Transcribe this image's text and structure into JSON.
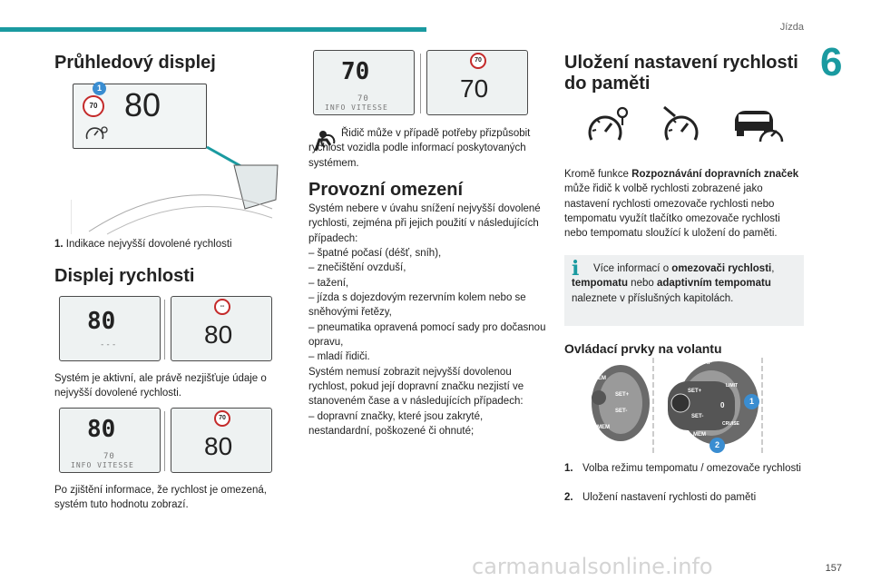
{
  "header": {
    "chapter_label": "Jízda",
    "chapter_number": "6"
  },
  "col1": {
    "title": "Průhledový displej",
    "hud": {
      "sign": "70",
      "speed": "80",
      "badge": "1"
    },
    "legend_num": "1.",
    "legend_text": "Indikace nejvyšší dovolené rychlosti",
    "title2": "Displej rychlosti",
    "disp1": {
      "left_speed": "80",
      "left_small": "---",
      "right_sign": "--",
      "right_speed": "80"
    },
    "para1": "Systém je aktivní, ale právě nezjišťuje údaje o nejvyšší dovolené rychlosti.",
    "disp2": {
      "left_speed": "80",
      "left_small1": "70",
      "left_small2": "INFO VITESSE",
      "right_sign": "70",
      "right_speed": "80"
    },
    "para2": "Po zjištění informace, že rychlost je omezená, systém tuto hodnotu zobrazí."
  },
  "col2": {
    "disp3": {
      "left_speed": "70",
      "left_small1": "70",
      "left_small2": "INFO VITESSE",
      "right_sign": "70",
      "right_speed": "70"
    },
    "note": "Řidič může v případě potřeby přizpůsobit rychlost vozidla podle informací poskytovaných systémem.",
    "title": "Provozní omezení",
    "intro": "Systém nebere v úvahu snížení nejvyšší dovolené rychlosti, zejména při jejich použití v následujících případech:",
    "list1": [
      "– špatné počasí (déšť, sníh),",
      "– znečištění ovzduší,",
      "– tažení,",
      "– jízda s dojezdovým rezervním kolem nebo se sněhovými řetězy,",
      "– pneumatika opravená pomocí sady pro dočasnou opravu,",
      "– mladí řidiči."
    ],
    "para2": "Systém nemusí zobrazit nejvyšší dovolenou rychlost, pokud její dopravní značku nezjistí ve stanoveném čase a v následujících případech:",
    "list2": [
      "– dopravní značky, které jsou zakryté, nestandardní, poškozené či ohnuté;"
    ]
  },
  "col3": {
    "title": "Uložení nastavení rychlosti do paměti",
    "para_pre": "Kromě funkce ",
    "para_b1": "Rozpoznávání dopravních značek",
    "para_post": " může řidič k volbě rychlosti zobrazené jako nastavení rychlosti omezovače rychlosti nebo tempomatu využít tlačítko omezovače rychlosti nebo tempomatu sloužící k uložení do paměti.",
    "info_pre": "Více informací o ",
    "info_b1": "omezovači rychlosti",
    "info_mid1": ", ",
    "info_b2": "tempomatu",
    "info_mid2": " nebo ",
    "info_b3": "adaptivním tempomatu",
    "info_post": " naleznete v příslušných kapitolách.",
    "subtitle": "Ovládací prvky na volantu",
    "stalk_labels": {
      "mem": "MEM",
      "set_plus": "SET+",
      "set_minus": "SET-",
      "gap": "GAP",
      "limit": "LIMIT",
      "cruise": "CRUISE",
      "zero": "0"
    },
    "badges": [
      "1",
      "2"
    ],
    "items": [
      {
        "num": "1.",
        "text": "Volba režimu tempomatu / omezovače rychlosti"
      },
      {
        "num": "2.",
        "text": "Uložení nastavení rychlosti do paměti"
      }
    ]
  },
  "footer": {
    "page_number": "157",
    "watermark": "carmanualsonline.info"
  },
  "colors": {
    "accent": "#1a9aa0",
    "sign_red": "#c42a2a",
    "badge_blue": "#3a8dd1"
  }
}
